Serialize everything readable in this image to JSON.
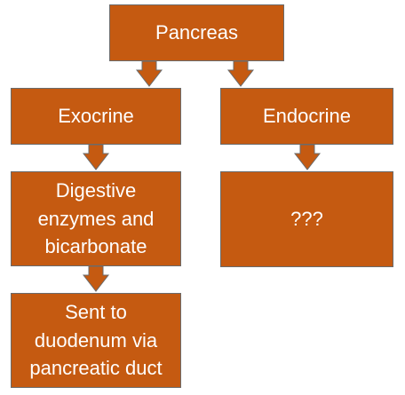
{
  "diagram": {
    "nodes": {
      "pancreas": "Pancreas",
      "exocrine": "Exocrine",
      "endocrine": "Endocrine",
      "digestive": "Digestive\nenzymes and\nbicarbonate",
      "unknown": "???",
      "duodenum": "Sent to\nduodenum via\npancreatic duct"
    },
    "edges": [
      [
        "pancreas",
        "exocrine"
      ],
      [
        "pancreas",
        "endocrine"
      ],
      [
        "exocrine",
        "digestive"
      ],
      [
        "endocrine",
        "unknown"
      ],
      [
        "digestive",
        "duodenum"
      ]
    ],
    "colors": {
      "box_fill": "#C55A11",
      "box_border": "#6B6B6B",
      "text": "#FFFFFF"
    }
  }
}
